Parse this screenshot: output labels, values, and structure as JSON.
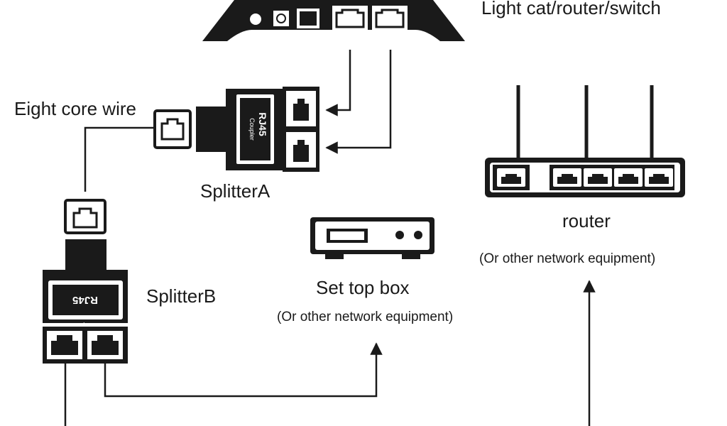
{
  "labels": {
    "light_cat": "Light cat/router/switch",
    "eight_core": "Eight core wire",
    "splitter_a": "SplitterA",
    "splitter_b": "SplitterB",
    "router": "router",
    "router_note": "(Or other network equipment)",
    "stb": "Set top box",
    "stb_note": "(Or other network equipment)",
    "splitter_text": "RJ45",
    "splitter_subtext": "Coupler"
  },
  "colors": {
    "ink": "#1a1a1a",
    "paper": "#ffffff"
  }
}
